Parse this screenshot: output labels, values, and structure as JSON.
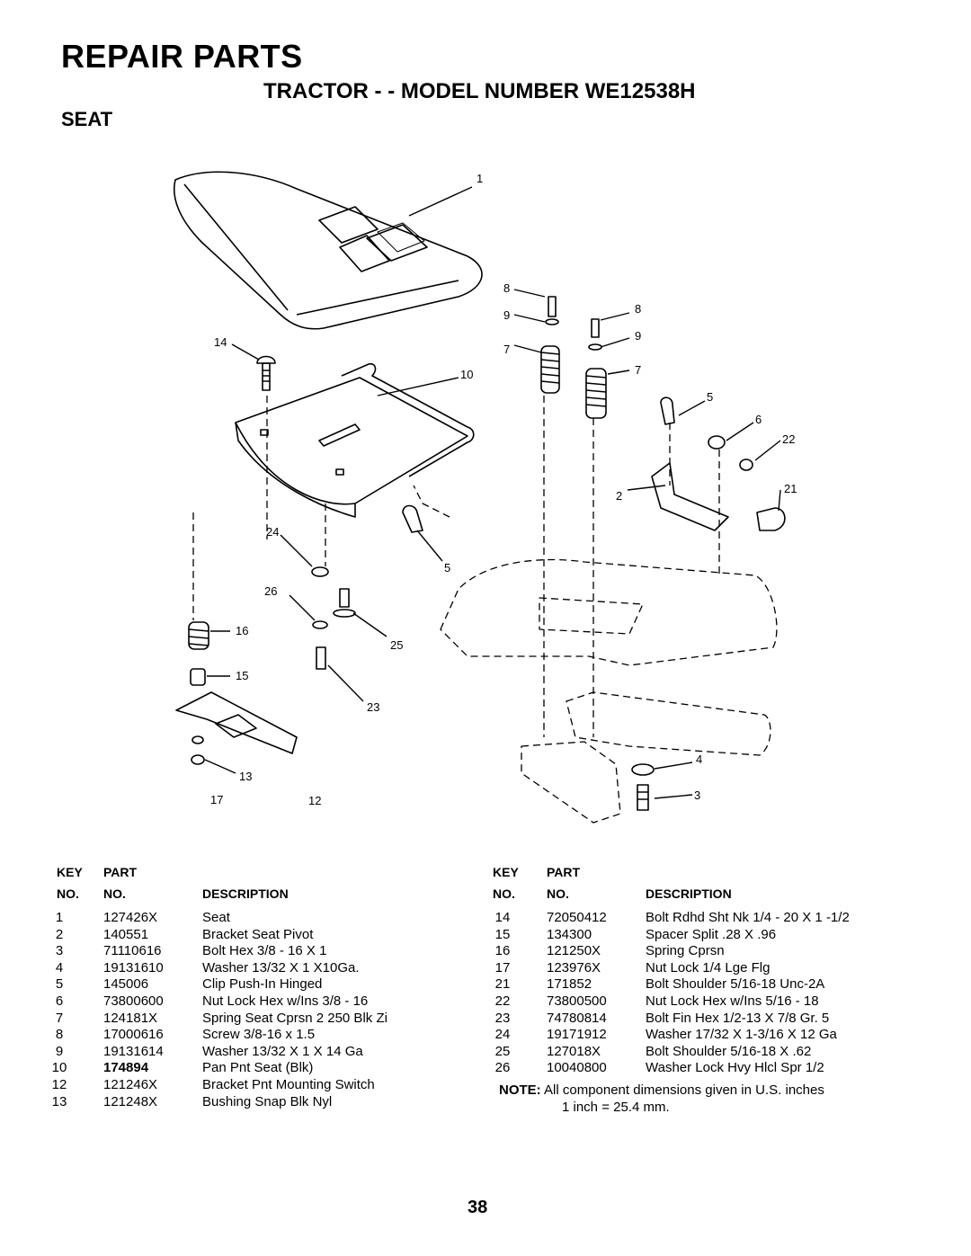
{
  "header": {
    "title": "REPAIR PARTS",
    "subtitle": "TRACTOR - - MODEL NUMBER WE12538H",
    "section": "SEAT"
  },
  "diagram": {
    "callouts": [
      "1",
      "8",
      "9",
      "8",
      "9",
      "14",
      "7",
      "10",
      "7",
      "5",
      "6",
      "22",
      "2",
      "21",
      "24",
      "5",
      "26",
      "16",
      "25",
      "15",
      "23",
      "4",
      "13",
      "17",
      "12",
      "3"
    ]
  },
  "table_left": {
    "headers": {
      "key_top": "KEY",
      "key_bottom": "NO.",
      "part_top": "PART",
      "part_bottom": "NO.",
      "description": "DESCRIPTION"
    },
    "rows": [
      {
        "key": "1",
        "part": "127426X",
        "description": "Seat"
      },
      {
        "key": "2",
        "part": "140551",
        "description": "Bracket Seat Pivot"
      },
      {
        "key": "3",
        "part": "71110616",
        "description": "Bolt Hex 3/8 - 16 X 1"
      },
      {
        "key": "4",
        "part": "19131610",
        "description": "Washer 13/32 X 1 X10Ga."
      },
      {
        "key": "5",
        "part": "145006",
        "description": "Clip Push-In Hinged"
      },
      {
        "key": "6",
        "part": "73800600",
        "description": "Nut Lock Hex w/Ins 3/8 - 16"
      },
      {
        "key": "7",
        "part": "124181X",
        "description": "Spring Seat Cprsn 2 250 Blk Zi"
      },
      {
        "key": "8",
        "part": "17000616",
        "description": "Screw 3/8-16 x 1.5"
      },
      {
        "key": "9",
        "part": "19131614",
        "description": "Washer 13/32 X 1 X 14 Ga"
      },
      {
        "key": "10",
        "part": "174894",
        "description": "Pan Pnt Seat (Blk)"
      },
      {
        "key": "12",
        "part": "121246X",
        "description": "Bracket Pnt Mounting Switch"
      },
      {
        "key": "13",
        "part": "121248X",
        "description": "Bushing Snap Blk Nyl"
      }
    ]
  },
  "table_right": {
    "headers": {
      "key_top": "KEY",
      "key_bottom": "NO.",
      "part_top": "PART",
      "part_bottom": "NO.",
      "description": "DESCRIPTION"
    },
    "rows": [
      {
        "key": "14",
        "part": "72050412",
        "description": "Bolt Rdhd Sht Nk 1/4 - 20 X 1 -1/2"
      },
      {
        "key": "15",
        "part": "134300",
        "description": "Spacer Split .28 X .96"
      },
      {
        "key": "16",
        "part": "121250X",
        "description": "Spring Cprsn"
      },
      {
        "key": "17",
        "part": "123976X",
        "description": "Nut Lock 1/4 Lge Flg"
      },
      {
        "key": "21",
        "part": "171852",
        "description": "Bolt Shoulder 5/16-18 Unc-2A"
      },
      {
        "key": "22",
        "part": "73800500",
        "description": "Nut Lock Hex w/Ins 5/16 - 18"
      },
      {
        "key": "23",
        "part": "74780814",
        "description": "Bolt Fin Hex 1/2-13 X 7/8 Gr. 5"
      },
      {
        "key": "24",
        "part": "19171912",
        "description": "Washer 17/32 X 1-3/16 X 12 Ga"
      },
      {
        "key": "25",
        "part": "127018X",
        "description": "Bolt Shoulder 5/16-18 X .62"
      },
      {
        "key": "26",
        "part": "10040800",
        "description": "Washer Lock Hvy Hlcl Spr 1/2"
      }
    ]
  },
  "note": {
    "label": "NOTE:",
    "line1": "All component dimensions given in U.S. inches",
    "line2": "1 inch = 25.4 mm."
  },
  "page_number": "38"
}
